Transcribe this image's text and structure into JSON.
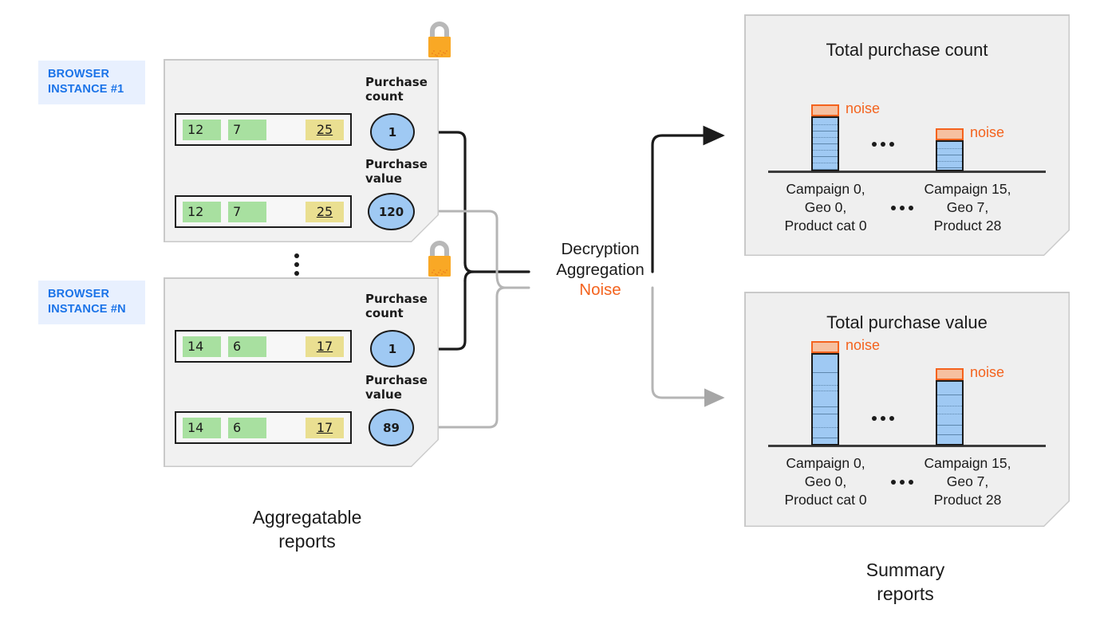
{
  "diagram": {
    "title_semantics": "Private Aggregation / Attribution Reporting summary reports flow",
    "left_caption": "Aggregatable\nreports",
    "right_caption": "Summary\nreports",
    "pipeline": {
      "line1": "Decryption",
      "line2": "Aggregation",
      "line3": "Noise"
    },
    "colors": {
      "accent_blue": "#1a73e8",
      "tag_background": "#e8f0fe",
      "noise_orange": "#f4631e",
      "noise_fill": "#f6c0a0",
      "bar_blue": "#9fc9f3",
      "green_cell": "#a8e0a0",
      "yellow_cell": "#eadf91",
      "lock_body": "#f9a825",
      "panel_fill": "#f1f1f1",
      "card_fill": "#efefef"
    }
  },
  "browser_instances": [
    {
      "tag": "BROWSER\nINSTANCE #1",
      "lock_icon": "padlock-icon",
      "rows": [
        {
          "metric_label": "Purchase\ncount",
          "bubble_value": "1",
          "cells": [
            {
              "type": "green",
              "value": "12"
            },
            {
              "type": "green",
              "value": "7"
            },
            {
              "type": "yellow",
              "value": "25"
            }
          ]
        },
        {
          "metric_label": "Purchase\nvalue",
          "bubble_value": "120",
          "cells": [
            {
              "type": "green",
              "value": "12"
            },
            {
              "type": "green",
              "value": "7"
            },
            {
              "type": "yellow",
              "value": "25"
            }
          ]
        }
      ]
    },
    {
      "tag": "BROWSER\nINSTANCE #N",
      "lock_icon": "padlock-icon",
      "rows": [
        {
          "metric_label": "Purchase\ncount",
          "bubble_value": "1",
          "cells": [
            {
              "type": "green",
              "value": "14"
            },
            {
              "type": "green",
              "value": "6"
            },
            {
              "type": "yellow",
              "value": "17"
            }
          ]
        },
        {
          "metric_label": "Purchase\nvalue",
          "bubble_value": "89",
          "cells": [
            {
              "type": "green",
              "value": "14"
            },
            {
              "type": "green",
              "value": "6"
            },
            {
              "type": "yellow",
              "value": "17"
            }
          ]
        }
      ]
    }
  ],
  "ellipsis": {
    "vertical": "⋮",
    "horizontal": "…"
  },
  "chart_data": [
    {
      "type": "bar",
      "title": "Total purchase count",
      "categories": [
        "Campaign 0,\nGeo 0,\nProduct cat 0",
        "Campaign 15,\nGeo 7,\nProduct 28"
      ],
      "values": [
        9,
        5
      ],
      "noise_values": [
        1,
        1
      ],
      "noise_label": "noise",
      "segments": [
        9,
        5
      ],
      "xlabel": "",
      "ylabel": "",
      "ylim": [
        0,
        12
      ],
      "grid": false,
      "legend": "none",
      "between_categories_marker": "…"
    },
    {
      "type": "bar",
      "title": "Total purchase value",
      "categories": [
        "Campaign 0,\nGeo 0,\nProduct cat 0",
        "Campaign 15,\nGeo 7,\nProduct 28"
      ],
      "values": [
        11,
        8
      ],
      "noise_values": [
        1,
        1
      ],
      "noise_label": "noise",
      "segments": [
        9,
        7
      ],
      "xlabel": "",
      "ylabel": "",
      "ylim": [
        0,
        13
      ],
      "grid": false,
      "legend": "none",
      "between_categories_marker": "…"
    }
  ]
}
